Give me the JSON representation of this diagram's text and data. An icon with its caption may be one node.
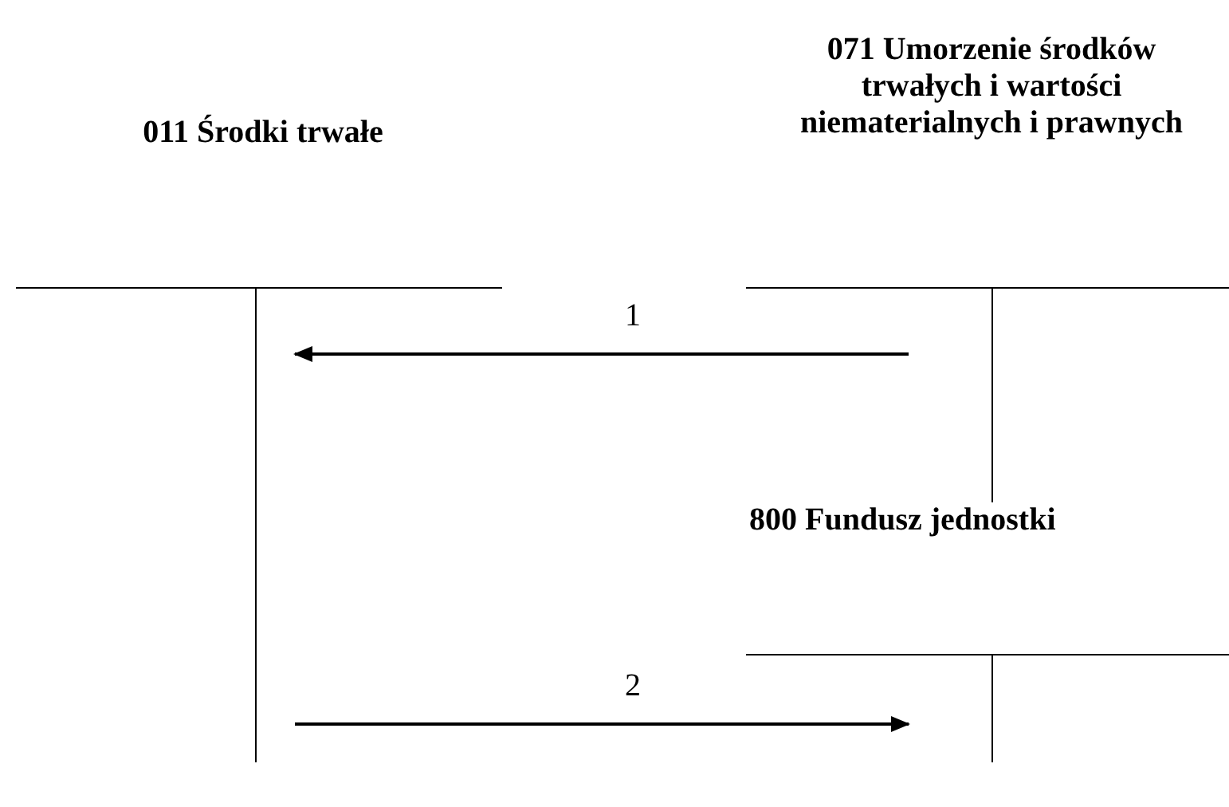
{
  "diagram": {
    "nodes": [
      {
        "text": [
          "011 Środki trwałe"
        ]
      },
      {
        "text": [
          "071 Umorzenie środków trwałych i wartości niematerialnych i prawnych"
        ]
      },
      {
        "text": [
          "800 Fundusz jednostki"
        ]
      }
    ],
    "edges": [
      {
        "from": 1,
        "to": 0,
        "arrow": "to",
        "label": "1"
      },
      {
        "from": 0,
        "to": 2,
        "arrow": "to",
        "label": "2"
      }
    ]
  }
}
